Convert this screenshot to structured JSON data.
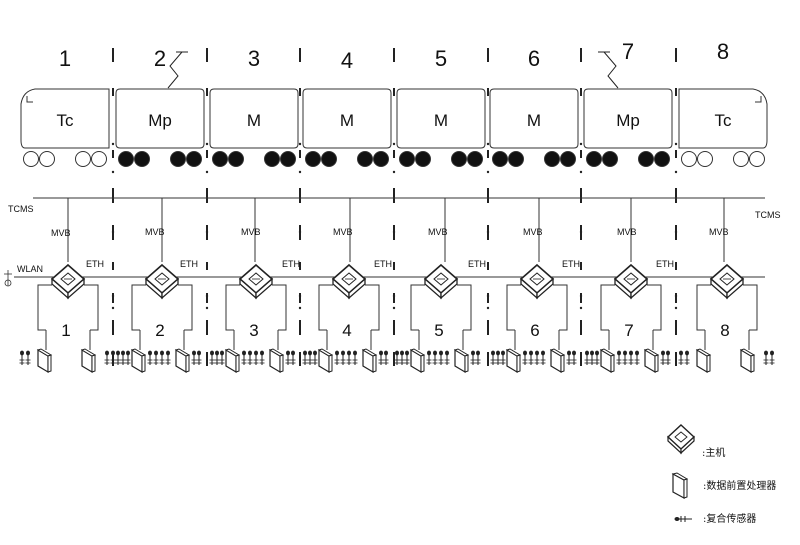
{
  "bus": {
    "tcms_left": "TCMS",
    "tcms_right": "TCMS",
    "wlan": "WLAN",
    "mvb": "MVB",
    "eth": "ETH"
  },
  "cars": [
    {
      "num": "1",
      "label": "Tc",
      "motor": false,
      "unit": "1"
    },
    {
      "num": "2",
      "label": "Mp",
      "motor": true,
      "unit": "2"
    },
    {
      "num": "3",
      "label": "M",
      "motor": true,
      "unit": "3"
    },
    {
      "num": "4",
      "label": "M",
      "motor": true,
      "unit": "4"
    },
    {
      "num": "5",
      "label": "M",
      "motor": true,
      "unit": "5"
    },
    {
      "num": "6",
      "label": "M",
      "motor": true,
      "unit": "6"
    },
    {
      "num": "7",
      "label": "Mp",
      "motor": true,
      "unit": "7"
    },
    {
      "num": "8",
      "label": "Tc",
      "motor": false,
      "unit": "8"
    }
  ],
  "legend": {
    "host": ":主机",
    "preprocessor": ":数据前置处理器",
    "sensor": ":复合传感器"
  }
}
